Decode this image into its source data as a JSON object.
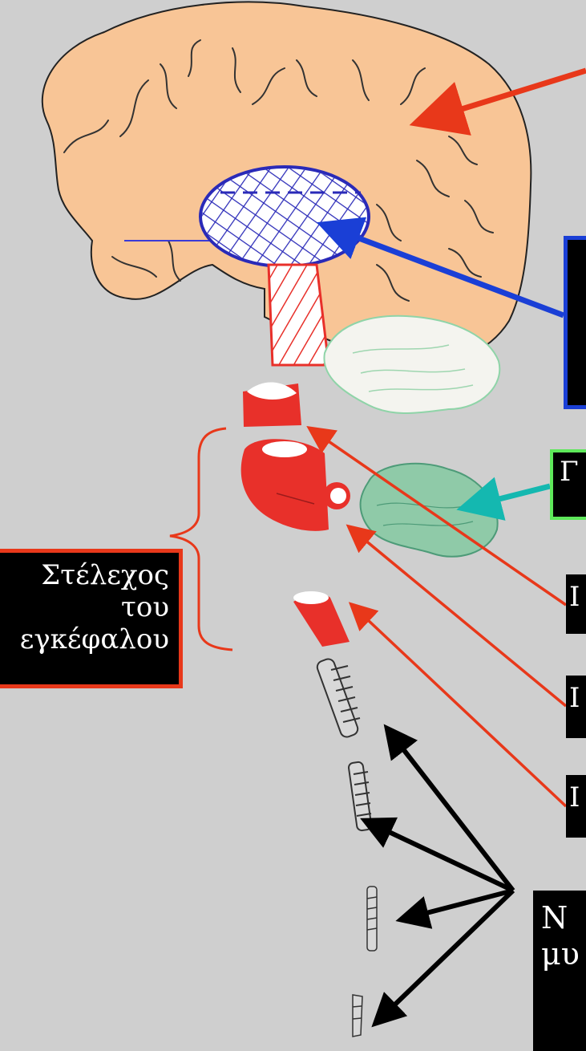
{
  "labels": {
    "brainstem": [
      "Στέλεχος",
      "του",
      "εγκέφαλου"
    ],
    "box_blue": "",
    "box_green": "Γ",
    "box_plain_1": "Ι",
    "box_plain_2": "Ι",
    "box_plain_3": "Ι",
    "nerves": [
      "Ν",
      "μυ"
    ]
  },
  "colors": {
    "background": "#cfcfcf",
    "cortex": "#f8c596",
    "thalamus": "#2a2ab8",
    "brainstem": "#e8302a",
    "cerebellum": "#f4f4ef",
    "cerebellum_small": "#8fcaa8",
    "arrow_red": "#e8381a",
    "arrow_blue": "#1a3fd6",
    "arrow_teal": "#14b8b0",
    "arrow_black": "#000000"
  }
}
